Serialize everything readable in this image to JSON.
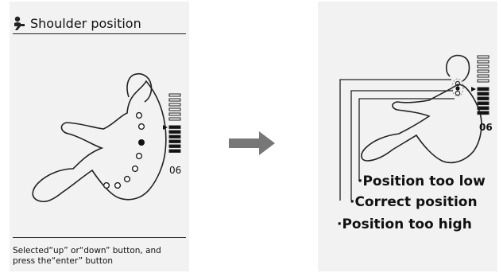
{
  "left_panel": {
    "title": "Shoulder position",
    "level_value": "06",
    "instruction": "Selected“up” or“down” button, and press the“enter” button"
  },
  "right_panel": {
    "level_value": "06",
    "labels": {
      "low": "·Position too low",
      "correct": "·Correct position",
      "high": "·Position too high"
    }
  },
  "icons": [
    "person-icon",
    "right-arrow-icon",
    "level-pointer-icon"
  ]
}
